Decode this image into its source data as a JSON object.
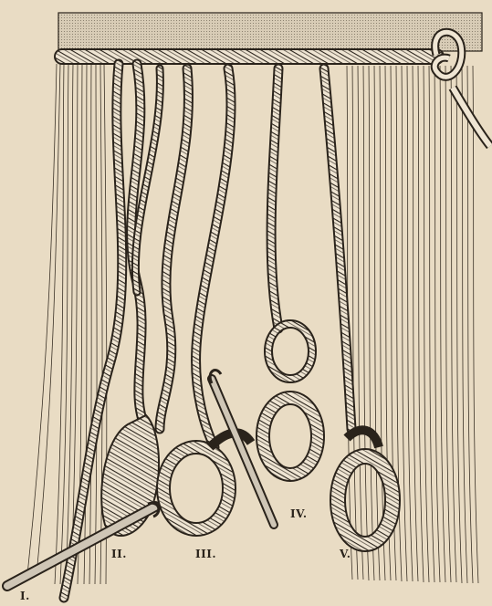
{
  "figure": {
    "labels": {
      "i": "I.",
      "ii": "II.",
      "iii": "III.",
      "iv": "IV.",
      "v": "V."
    },
    "colors": {
      "paper": "#e9dcc4",
      "ink": "#2a231b",
      "hatch": "#6a5e4d",
      "rod": "#cfc6b6"
    }
  }
}
